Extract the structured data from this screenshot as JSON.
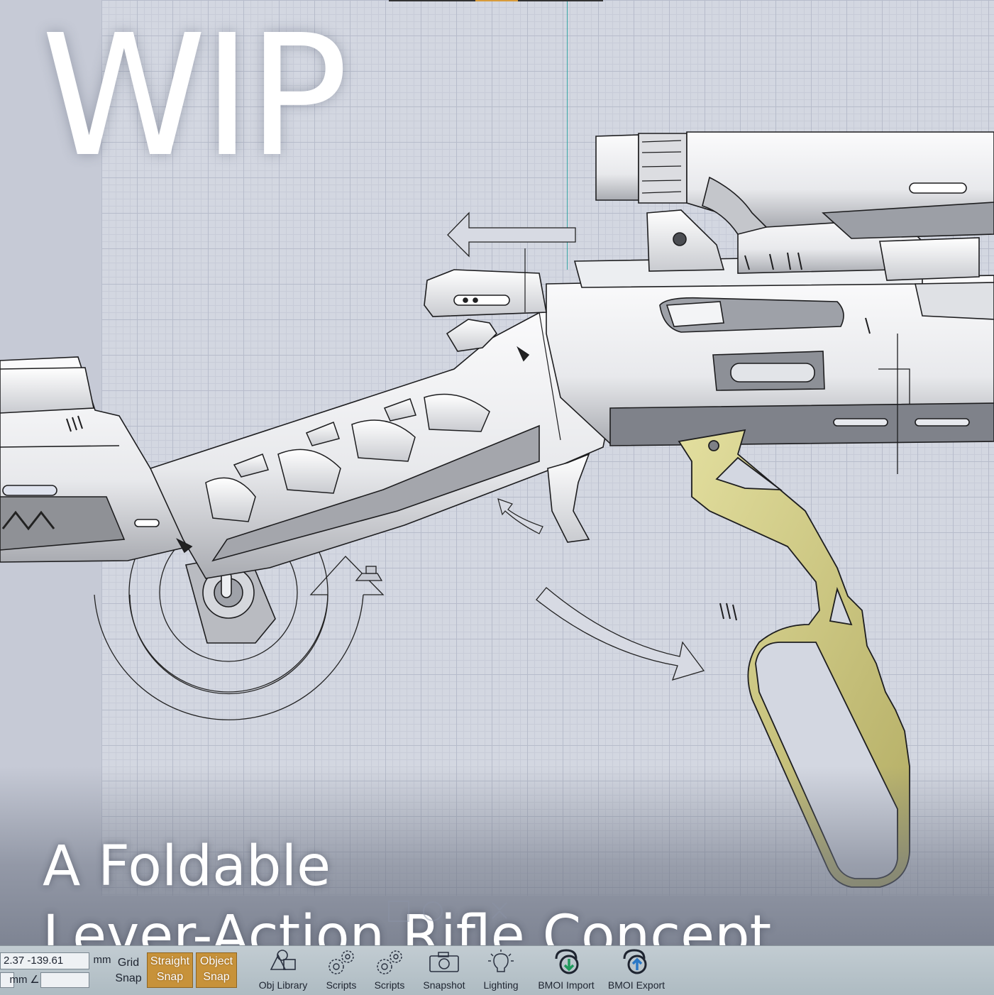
{
  "overlay": {
    "wip": "WIP",
    "title_line1": "A Foldable",
    "title_line2": "Lever-Action Rifle Concept"
  },
  "toolbar": {
    "coords_value": "2.37  -139.61",
    "unit_label": "mm",
    "unit_label_2": "mm",
    "angle_symbol": "∠",
    "grid_snap_line1": "Grid",
    "grid_snap_line2": "Snap",
    "straight_snap_line1": "Straight",
    "straight_snap_line2": "Snap",
    "object_snap_line1": "Object",
    "object_snap_line2": "Snap",
    "items": [
      {
        "label": "Obj Library",
        "icon": "obj-library-icon"
      },
      {
        "label": "Scripts",
        "icon": "gears-icon"
      },
      {
        "label": "Scripts",
        "icon": "gears-icon"
      },
      {
        "label": "Snapshot",
        "icon": "camera-icon"
      },
      {
        "label": "Lighting",
        "icon": "lightbulb-icon"
      },
      {
        "label": "BMOI Import",
        "icon": "bmoi-import-icon"
      },
      {
        "label": "BMOI Export",
        "icon": "bmoi-export-icon"
      }
    ]
  },
  "colors": {
    "snap_active": "#c7923a",
    "lever_fill": "#cfc98a",
    "grid_background": "#d3d7e1",
    "axis_line": "#3aa7a7"
  }
}
